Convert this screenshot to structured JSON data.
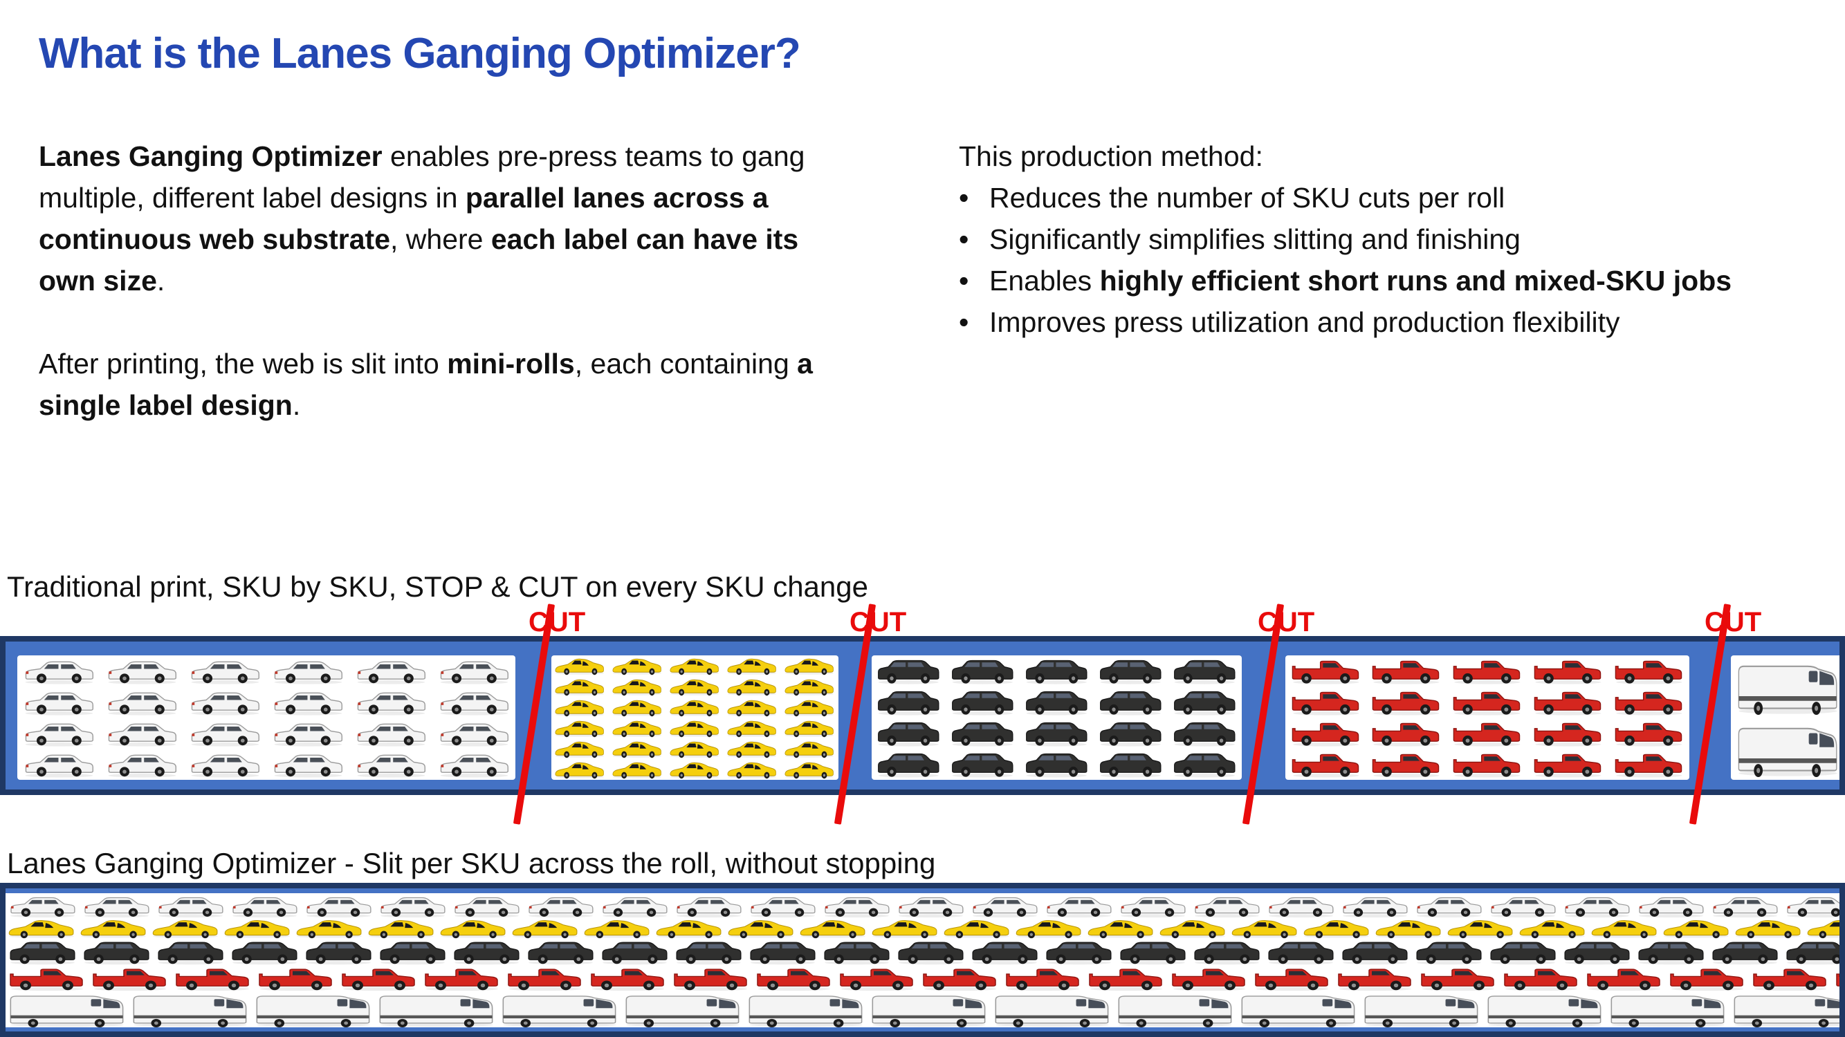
{
  "title": "What is the Lanes Ganging Optimizer?",
  "intro": {
    "paragraphs": [
      {
        "segments": [
          {
            "t": "Lanes Ganging Optimizer",
            "b": true
          },
          {
            "t": " enables pre-press teams to gang multiple, different label designs in ",
            "b": false
          },
          {
            "t": "parallel lanes across a continuous web substrate",
            "b": true
          },
          {
            "t": ", where ",
            "b": false
          },
          {
            "t": "each label can have its own size",
            "b": true
          },
          {
            "t": ".",
            "b": false
          }
        ]
      },
      {
        "segments": [
          {
            "t": "After printing, the web is slit into ",
            "b": false
          },
          {
            "t": "mini-rolls",
            "b": true
          },
          {
            "t": ", each containing ",
            "b": false
          },
          {
            "t": "a single label design",
            "b": true
          },
          {
            "t": ".",
            "b": false
          }
        ]
      }
    ]
  },
  "production_method": {
    "heading": "This production method:",
    "bullet_char": "•",
    "bullets": [
      {
        "segments": [
          {
            "t": "Reduces the number of SKU cuts per roll",
            "b": false
          }
        ]
      },
      {
        "segments": [
          {
            "t": "Significantly simplifies slitting and finishing",
            "b": false
          }
        ]
      },
      {
        "segments": [
          {
            "t": "Enables ",
            "b": false
          },
          {
            "t": "highly efficient short runs and mixed-SKU jobs",
            "b": true
          }
        ]
      },
      {
        "segments": [
          {
            "t": "Improves press utilization and production flexibility",
            "b": false
          }
        ]
      }
    ]
  },
  "traditional": {
    "label": "Traditional print, SKU by SKU, STOP & CUT on every SKU change",
    "cut_label": "CUT",
    "cut_count": 4,
    "panels": [
      {
        "sku": "white-sedan",
        "rows": 4,
        "cols": 6
      },
      {
        "sku": "yellow-sports",
        "rows": 6,
        "cols": 5
      },
      {
        "sku": "black-suv",
        "rows": 4,
        "cols": 5
      },
      {
        "sku": "red-pickup",
        "rows": 4,
        "cols": 5
      },
      {
        "sku": "white-van",
        "rows": 2,
        "cols": 2
      }
    ]
  },
  "optimizer": {
    "label": "Lanes Ganging Optimizer - Slit per SKU across the roll, without stopping",
    "lanes": [
      {
        "sku": "white-sedan",
        "count": 26
      },
      {
        "sku": "yellow-sports",
        "count": 27
      },
      {
        "sku": "black-suv",
        "count": 26
      },
      {
        "sku": "red-pickup",
        "count": 23
      },
      {
        "sku": "white-van",
        "count": 16
      }
    ]
  },
  "skus": {
    "white-sedan": {
      "name": "white sedan",
      "shape": "sedan",
      "body": "#f4f4f4",
      "trim": "#9a9a9a",
      "glass": "#4a5058"
    },
    "yellow-sports": {
      "name": "yellow sports car",
      "shape": "sports",
      "body": "#f5cf0e",
      "trim": "#b8960a",
      "glass": "#17181c"
    },
    "black-suv": {
      "name": "black suv",
      "shape": "suv",
      "body": "#30302f",
      "trim": "#171717",
      "glass": "#596273"
    },
    "red-pickup": {
      "name": "red pickup truck",
      "shape": "pickup",
      "body": "#d5261f",
      "trim": "#8c130f",
      "glass": "#2b2f36"
    },
    "white-van": {
      "name": "white van",
      "shape": "van",
      "body": "#f4f4f4",
      "trim": "#9a9a9a",
      "glass": "#474e59",
      "stripe": "#565656"
    }
  },
  "colors": {
    "title_blue": "#2447b2",
    "band_blue": "#4472c4",
    "band_border_navy": "#1f3864",
    "cut_red": "#e90b0b",
    "text_black": "#111111"
  }
}
